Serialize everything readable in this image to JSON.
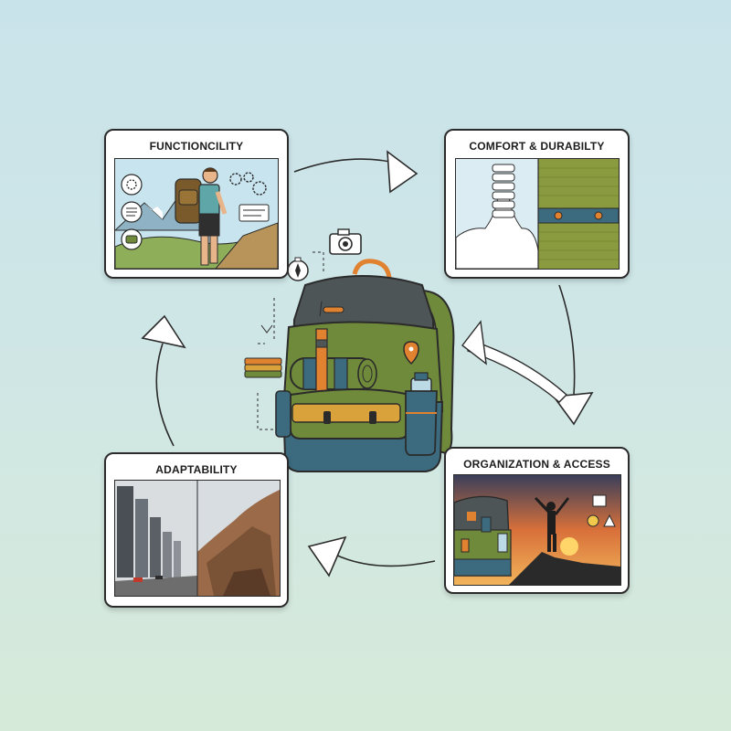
{
  "cards": {
    "functionality": {
      "title": "FUNCTIONCILITY"
    },
    "comfort": {
      "title": "COMFORT & DURABILTY"
    },
    "adaptability": {
      "title": "ADAPTABILITY"
    },
    "organization": {
      "title": "ORGANIZATION & ACCESS"
    }
  },
  "colors": {
    "background_top": "#c9e3ea",
    "background_bottom": "#d6ead9",
    "backpack_green": "#6f8a3a",
    "backpack_gray": "#4e5557",
    "backpack_blue": "#3c6a7e",
    "accent_orange": "#e0822f",
    "accent_mustard": "#d9a23a",
    "outline": "#2b2b2b"
  },
  "icons": [
    "camera-icon",
    "compass-icon",
    "gear-icon",
    "checklist-icon",
    "map-pin-icon",
    "water-bottle-icon",
    "folded-clothes-icon",
    "person-victory-icon"
  ]
}
